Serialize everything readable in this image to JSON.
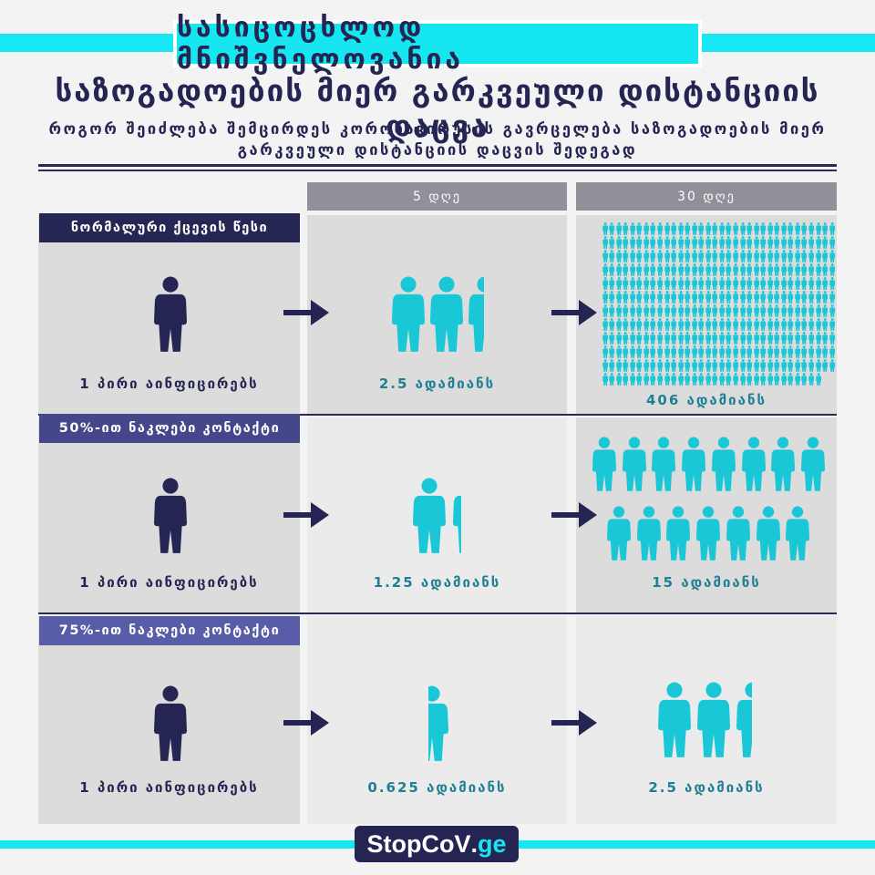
{
  "header": {
    "kicker": "სასიცოცხლოდ მნიშვნელოვანია",
    "title": "საზოგადოების მიერ გარკვეული დისტანციის დაცვა",
    "subtitle_line1": "როგორ შეიძლება შემცირდეს კორონავირუსის გავრცელება საზოგადოების მიერ",
    "subtitle_line2": "გარკვეული დისტანციის დაცვის შედეგად"
  },
  "columns": {
    "day5": "5 დღე",
    "day30": "30 დღე"
  },
  "rows": [
    {
      "tag": "ნორმალური ქცევის წესი",
      "start_caption": "1 პირი აინფიცირებს",
      "day5_caption": "2.5 ადამიანს",
      "day30_caption": "406 ადამიანს",
      "day5_people": 2.5,
      "day30_people": 406
    },
    {
      "tag": "50%-ით ნაკლები კონტაქტი",
      "start_caption": "1 პირი აინფიცირებს",
      "day5_caption": "1.25 ადამიანს",
      "day30_caption": "15 ადამიანს",
      "day5_people": 1.25,
      "day30_people": 15
    },
    {
      "tag": "75%-ით ნაკლები კონტაქტი",
      "start_caption": "1 პირი აინფიცირებს",
      "day5_caption": "0.625 ადამიანს",
      "day30_caption": "2.5 ადამიანს",
      "day5_people": 0.625,
      "day30_people": 2.5
    }
  ],
  "logo": {
    "main": "StopCoV",
    "dot": ".",
    "tld": "ge"
  },
  "colors": {
    "navy": "#252553",
    "teal": "#16e6f0",
    "person_teal": "#1ac7d6",
    "panel_gray": "#dcdcdd",
    "header_gray": "#8f9098"
  },
  "icons": {
    "person": "person-icon",
    "arrow": "arrow-right-icon"
  }
}
